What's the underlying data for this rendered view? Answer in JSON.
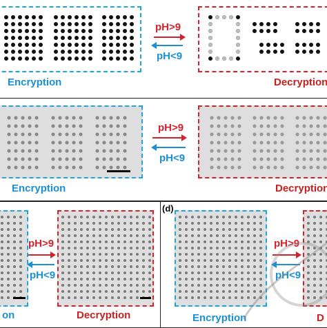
{
  "panel_a": {
    "left_label": "Encryption",
    "right_label": "Decryption",
    "forward": "pH>9",
    "backward": "pH<9"
  },
  "panel_b": {
    "left_label": "Encryption",
    "right_label": "Decryption",
    "forward": "pH>9",
    "backward": "pH<9"
  },
  "panel_c": {
    "left_label": "on",
    "right_label": "Decryption",
    "forward": "pH>9",
    "backward": "pH<9"
  },
  "panel_d": {
    "tag": "(d)",
    "left_label": "Encryption",
    "right_label": "D",
    "forward": "pH>9",
    "backward": "pH<9"
  },
  "colors": {
    "encryption": "#1aa7e0",
    "decryption": "#d6202a"
  }
}
